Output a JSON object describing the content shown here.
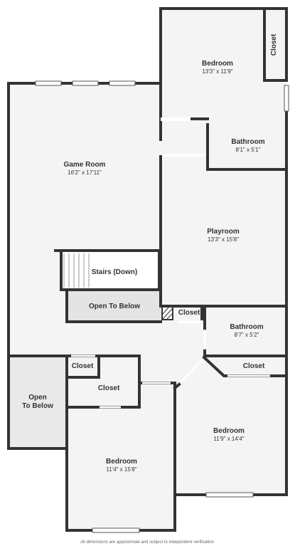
{
  "rooms": {
    "bedroom_top": {
      "name": "Bedroom",
      "dims": "13'3\" x 11'9\""
    },
    "closet_top": {
      "name": "Closet"
    },
    "bathroom_top": {
      "name": "Bathroom",
      "dims": "8'1\" x 5'1\""
    },
    "game_room": {
      "name": "Game Room",
      "dims": "16'2\" x 17'11\""
    },
    "playroom": {
      "name": "Playroom",
      "dims": "13'3\" x 15'8\""
    },
    "stairs": {
      "name": "Stairs (Down)"
    },
    "open_below_1": {
      "name": "Open To Below"
    },
    "closet_mid": {
      "name": "Closet"
    },
    "bathroom_mid": {
      "name": "Bathroom",
      "dims": "8'7\" x 5'2\""
    },
    "closet_small": {
      "name": "Closet"
    },
    "closet_right": {
      "name": "Closet"
    },
    "open_below_2": {
      "line1": "Open",
      "line2": "To Below"
    },
    "closet_lower": {
      "name": "Closet"
    },
    "bedroom_right": {
      "name": "Bedroom",
      "dims": "11'9\" x 14'4\""
    },
    "bedroom_bottom": {
      "name": "Bedroom",
      "dims": "11'4\" x 15'8\""
    }
  },
  "footer": {
    "disclaimer": "All dimensions are approximate and subject to independent verification"
  },
  "colors": {
    "wall": "#333333",
    "floor": "#f4f4f4",
    "open": "#eaeaea"
  }
}
